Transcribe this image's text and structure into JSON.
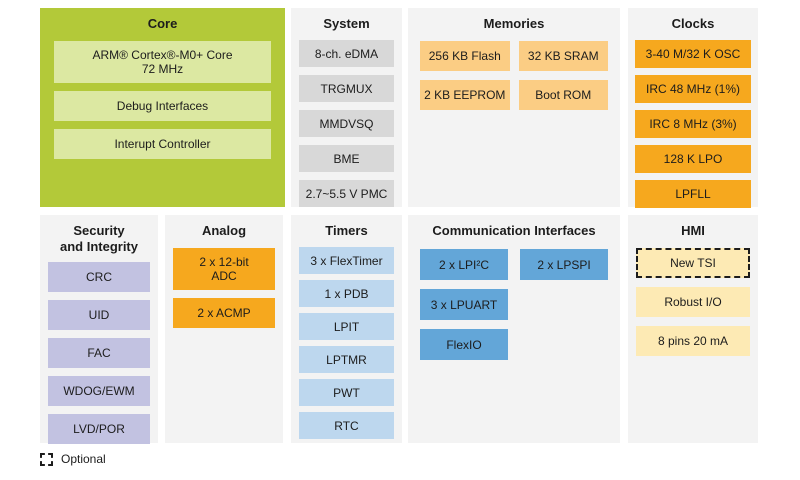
{
  "sections": {
    "core": {
      "title": "Core",
      "items": [
        "ARM® Cortex®-M0+ Core\n72 MHz",
        "Debug Interfaces",
        "Interupt Controller"
      ]
    },
    "system": {
      "title": "System",
      "items": [
        "8-ch. eDMA",
        "TRGMUX",
        "MMDVSQ",
        "BME",
        "2.7~5.5 V PMC"
      ]
    },
    "memories": {
      "title": "Memories",
      "items": [
        "256 KB Flash",
        "32 KB SRAM",
        "2 KB EEPROM",
        "Boot ROM"
      ]
    },
    "clocks": {
      "title": "Clocks",
      "items": [
        "3-40 M/32 K OSC",
        "IRC 48 MHz (1%)",
        "IRC 8 MHz (3%)",
        "128 K LPO",
        "LPFLL"
      ]
    },
    "security": {
      "title": "Security\nand Integrity",
      "items": [
        "CRC",
        "UID",
        "FAC",
        "WDOG/EWM",
        "LVD/POR"
      ]
    },
    "analog": {
      "title": "Analog",
      "items": [
        "2 x 12-bit\nADC",
        "2 x ACMP"
      ]
    },
    "timers": {
      "title": "Timers",
      "items": [
        "3 x FlexTimer",
        "1 x PDB",
        "LPIT",
        "LPTMR",
        "PWT",
        "RTC"
      ]
    },
    "comm": {
      "title": "Communication Interfaces",
      "items": [
        "2 x LPI²C",
        "2 x LPSPI",
        "3 x LPUART",
        "FlexIO"
      ]
    },
    "hmi": {
      "title": "HMI",
      "items": [
        "New TSI",
        "Robust I/O",
        "8 pins 20 mA"
      ]
    }
  },
  "legend": {
    "label": "Optional"
  },
  "colors": {
    "core_green": "#b3c939",
    "core_inner_green": "#dce8a2",
    "panel_gray": "#f3f3f3",
    "block_gray": "#d8d8d8",
    "light_orange": "#fbcd84",
    "orange": "#f6a81e",
    "lavender": "#c2c2e1",
    "light_blue": "#bdd7ee",
    "medium_blue": "#63a6d8",
    "pale_yellow": "#fdeab4",
    "text": "#1c1c1c"
  }
}
